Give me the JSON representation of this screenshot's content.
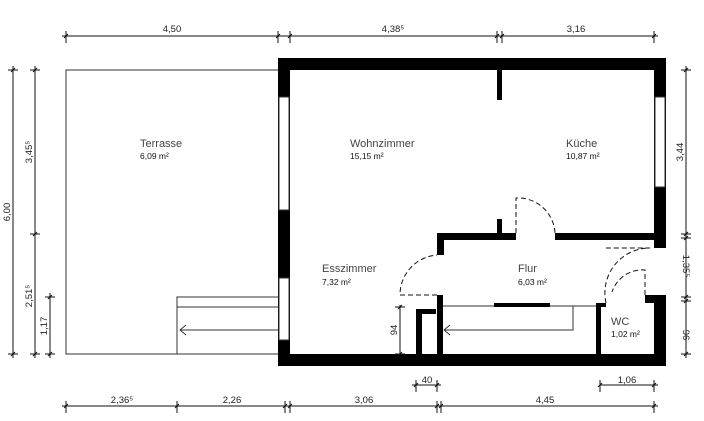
{
  "rooms": {
    "terrasse": {
      "name": "Terrasse",
      "area": "6,09 m²"
    },
    "wohnzimmer": {
      "name": "Wohnzimmer",
      "area": "15,15 m²"
    },
    "kueche": {
      "name": "Küche",
      "area": "10,87 m²"
    },
    "esszimmer": {
      "name": "Esszimmer",
      "area": "7,32 m²"
    },
    "flur": {
      "name": "Flur",
      "area": "6,03 m²"
    },
    "wc": {
      "name": "WC",
      "area": "1,02 m²"
    }
  },
  "dimensions": {
    "top": [
      "4,50",
      "4,38⁵",
      "3,16"
    ],
    "bottom": [
      "2,36⁵",
      "2,26",
      "3,06",
      "4,45"
    ],
    "bottom_small": [
      "40",
      "1,06"
    ],
    "left_outer": "6,00",
    "left": [
      "3,45⁵",
      "2,51⁵"
    ],
    "left_inner": "1,17",
    "right": [
      "3,44",
      "1,35⁵",
      "96"
    ],
    "stair_height": "94"
  }
}
